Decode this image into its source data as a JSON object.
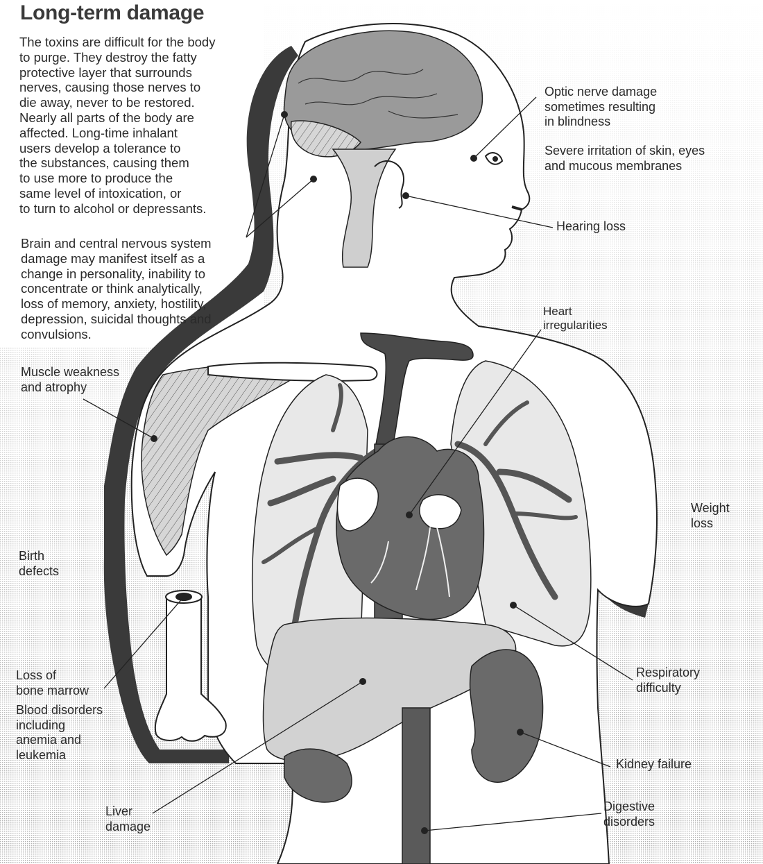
{
  "title": "Long-term damage",
  "intro_lines": [
    "The toxins are difficult for the body",
    "to purge.  They destroy the fatty",
    "protective layer that surrounds",
    "nerves, causing those nerves to",
    "die away, never to be restored.",
    "Nearly all parts of the body are",
    "affected.  Long-time inhalant",
    "users develop a tolerance to",
    "the substances, causing them",
    "to use more to produce the",
    "same level of intoxication, or",
    "to turn to alcohol or depressants."
  ],
  "brain_lines": [
    "Brain and central nervous system",
    "damage may manifest itself as a",
    "change in personality, inability to",
    "concentrate or think analytically,",
    "loss of memory, anxiety, hostility,",
    "depression, suicidal thoughts and",
    "convulsions."
  ],
  "labels": {
    "optic": [
      "Optic nerve damage",
      "sometimes resulting",
      "in blindness"
    ],
    "skin": [
      "Severe irritation of skin, eyes",
      "and mucous membranes"
    ],
    "hearing": [
      "Hearing loss"
    ],
    "heart": [
      "Heart",
      "irregularities"
    ],
    "muscle": [
      "Muscle weakness",
      "and atrophy"
    ],
    "weight": [
      "Weight",
      "loss"
    ],
    "birth": [
      "Birth",
      "defects"
    ],
    "bone": [
      "Loss of",
      "bone marrow"
    ],
    "blood": [
      "Blood disorders",
      "including",
      "anemia and",
      "leukemia"
    ],
    "respiratory": [
      "Respiratory",
      "difficulty"
    ],
    "kidney": [
      "Kidney failure"
    ],
    "liver": [
      "Liver",
      "damage"
    ],
    "digestive": [
      "Digestive",
      "disorders"
    ]
  }
}
